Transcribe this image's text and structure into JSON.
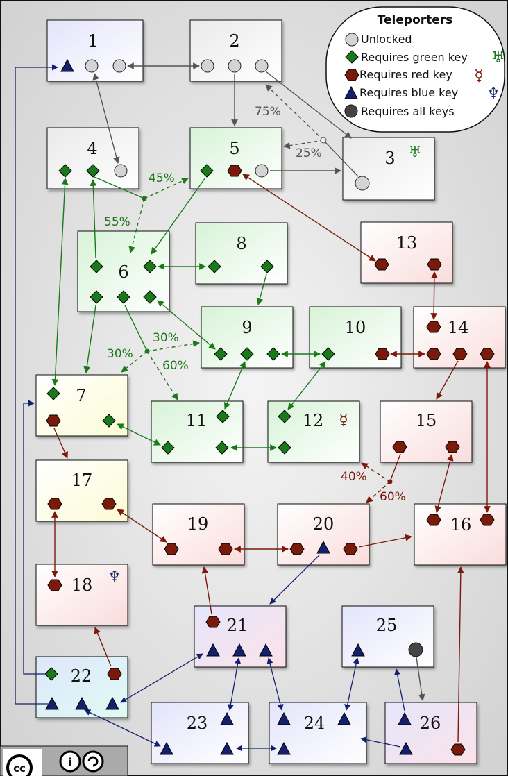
{
  "colors": {
    "green": "#1a7a1a",
    "red": "#7a1a0a",
    "blue": "#14206e",
    "gray": "#555555",
    "unlocked_fill": "#d4d4d4",
    "all_keys_fill": "#444444"
  },
  "legend": {
    "title": "Teleporters",
    "items": [
      {
        "label": "Unlocked",
        "icon": "gray-circle-icon"
      },
      {
        "label": "Requires green key",
        "icon": "green-diamond-icon",
        "symbol": "♅"
      },
      {
        "label": "Requires red key",
        "icon": "red-hexagon-icon",
        "symbol": "☿"
      },
      {
        "label": "Requires blue key",
        "icon": "blue-triangle-icon",
        "symbol": "♆"
      },
      {
        "label": "Requires all keys",
        "icon": "dark-circle-icon"
      }
    ]
  },
  "rooms": [
    {
      "id": "1",
      "label": "1"
    },
    {
      "id": "2",
      "label": "2"
    },
    {
      "id": "3",
      "label": "3",
      "symbol": "♅",
      "symbol_color": "green"
    },
    {
      "id": "4",
      "label": "4"
    },
    {
      "id": "5",
      "label": "5"
    },
    {
      "id": "6",
      "label": "6"
    },
    {
      "id": "7",
      "label": "7"
    },
    {
      "id": "8",
      "label": "8"
    },
    {
      "id": "9",
      "label": "9"
    },
    {
      "id": "10",
      "label": "10"
    },
    {
      "id": "11",
      "label": "11"
    },
    {
      "id": "12",
      "label": "12",
      "symbol": "☿",
      "symbol_color": "red"
    },
    {
      "id": "13",
      "label": "13"
    },
    {
      "id": "14",
      "label": "14"
    },
    {
      "id": "15",
      "label": "15"
    },
    {
      "id": "16",
      "label": "16"
    },
    {
      "id": "17",
      "label": "17"
    },
    {
      "id": "18",
      "label": "18",
      "symbol": "♆",
      "symbol_color": "blue"
    },
    {
      "id": "19",
      "label": "19"
    },
    {
      "id": "20",
      "label": "20"
    },
    {
      "id": "21",
      "label": "21"
    },
    {
      "id": "22",
      "label": "22"
    },
    {
      "id": "23",
      "label": "23"
    },
    {
      "id": "24",
      "label": "24"
    },
    {
      "id": "25",
      "label": "25"
    },
    {
      "id": "26",
      "label": "26"
    }
  ],
  "probabilities": [
    {
      "label": "75%",
      "color": "gray"
    },
    {
      "label": "25%",
      "color": "gray"
    },
    {
      "label": "45%",
      "color": "green"
    },
    {
      "label": "55%",
      "color": "green"
    },
    {
      "label": "30%",
      "color": "green"
    },
    {
      "label": "30%",
      "color": "green"
    },
    {
      "label": "60%",
      "color": "green"
    },
    {
      "label": "40%",
      "color": "red"
    },
    {
      "label": "60%",
      "color": "red"
    }
  ],
  "license": {
    "cc": "cc",
    "by": "i",
    "sa": "sa"
  }
}
